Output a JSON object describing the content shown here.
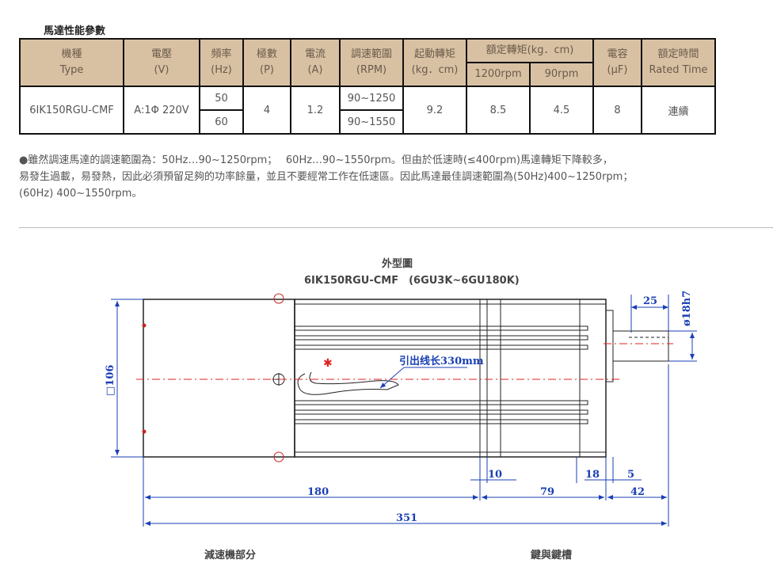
{
  "section_title": "馬達性能參數",
  "table": {
    "headers": {
      "type": [
        "機種",
        "Type"
      ],
      "voltage": [
        "電壓",
        "(V)"
      ],
      "frequency": [
        "頻率",
        "(Hz)"
      ],
      "poles": [
        "極數",
        "(P)"
      ],
      "current": [
        "電流",
        "(A)"
      ],
      "speed_range": [
        "調速範圍",
        "(RPM)"
      ],
      "starting_torque": [
        "起動轉矩",
        "(kg．cm)"
      ],
      "rated_torque": "額定轉矩(kg．cm)",
      "rated_torque_1200": "1200rpm",
      "rated_torque_90": "90rpm",
      "capacitor": [
        "電容",
        "(μF)"
      ],
      "rated_time": [
        "額定時間",
        "Rated Time"
      ]
    },
    "row": {
      "type": "6IK150RGU-CMF",
      "voltage": "A:1Φ 220V",
      "frequency": [
        "50",
        "60"
      ],
      "poles": "4",
      "current": "1.2",
      "speed_range": [
        "90~1250",
        "90~1550"
      ],
      "starting_torque": "9.2",
      "rated_torque_1200": "8.5",
      "rated_torque_90": "4.5",
      "capacitor": "8",
      "rated_time": "連續"
    }
  },
  "note_lines": [
    "●雖然調速馬達的調速範圍為：50Hz…90~1250rpm；　 60Hz…90~1550rpm。但由於低速時(≤400rpm)馬達轉矩下降較多，",
    "易發生過載，易發熱，因此必須預留足夠的功率餘量，並且不要經常工作在低速區。因此馬達最佳調速範圍為(50Hz)400~1250rpm；",
    "(60Hz) 400~1550rpm。"
  ],
  "drawing": {
    "title": "外型圖",
    "subtitle": "6IK150RGU-CMF　(6GU3K~6GU180K)",
    "lead_wire_label": "引出线长330mm",
    "dims": {
      "square": "□106",
      "shaft_len": "25",
      "shaft_dia": "ø18h7",
      "d10": "10",
      "d18": "18",
      "d5": "5",
      "d180": "180",
      "d79": "79",
      "d42": "42",
      "d351": "351"
    },
    "caption_left": "減速機部分",
    "caption_right": "鍵與鍵槽"
  },
  "colors": {
    "header_bg": "#d8c1a3",
    "dim_blue": "#1a3fb5",
    "center_red": "#e02020"
  }
}
